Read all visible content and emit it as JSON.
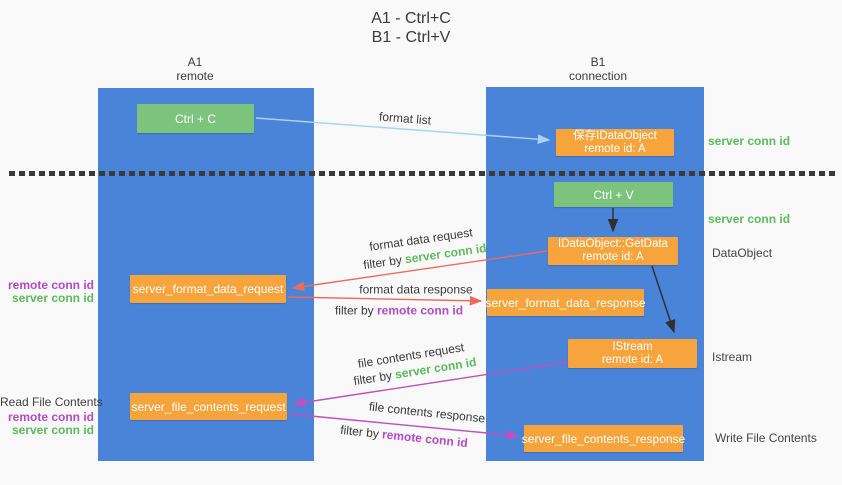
{
  "title": {
    "line1": "A1 - Ctrl+C",
    "line2": "B1 - Ctrl+V"
  },
  "columns": [
    {
      "name": "A1",
      "role": "remote"
    },
    {
      "name": "B1",
      "role": "connection"
    }
  ],
  "boxes": {
    "ctrl_c": {
      "label": "Ctrl + C"
    },
    "ctrl_v": {
      "label": "Ctrl + V"
    },
    "save_dataobject": {
      "line1": "保存IDataObject",
      "line2": "remote id: A"
    },
    "getdata": {
      "line1": "IDataObject::GetData",
      "line2": "remote id: A"
    },
    "istream": {
      "line1": "IStream",
      "line2": "remote id: A"
    },
    "format_request": {
      "label": "server_format_data_request"
    },
    "format_response": {
      "label": "server_format_data_response"
    },
    "file_request": {
      "label": "server_file_contents_request"
    },
    "file_response": {
      "label": "server_file_contents_response"
    }
  },
  "edge_labels": {
    "format_list": "format list",
    "format_data_request": "format data request",
    "format_data_response": "format data response",
    "file_contents_request": "file contents request",
    "file_contents_response": "file contents response",
    "filter_by": "filter by",
    "server_conn_id": "server conn id",
    "remote_conn_id": "remote conn id"
  },
  "side_labels": {
    "right_server_conn_id_top": "server conn id",
    "right_server_conn_id_mid": "server conn id",
    "dataobject": "DataObject",
    "istream": "Istream",
    "write_file_contents": "Write File Contents",
    "read_file_contents": "Read File Contents",
    "mid_remote_conn_id": "remote conn id",
    "mid_server_conn_id": "server conn id",
    "bottom_remote_conn_id": "remote conn id",
    "bottom_server_conn_id": "server conn id"
  },
  "colors": {
    "background": "#f9f9f9",
    "lifeline_blue": "#4a84d9",
    "node_orange": "#f7a43d",
    "node_green": "#7cc47e",
    "label_green": "#5cbb5c",
    "label_purple": "#b44ac6",
    "arrow_red": "#ee6a5c",
    "arrow_magenta": "#c050c0",
    "arrow_blue": "#a8d3f0",
    "arrow_black": "#303030",
    "divider_black": "#3b3b3b"
  }
}
